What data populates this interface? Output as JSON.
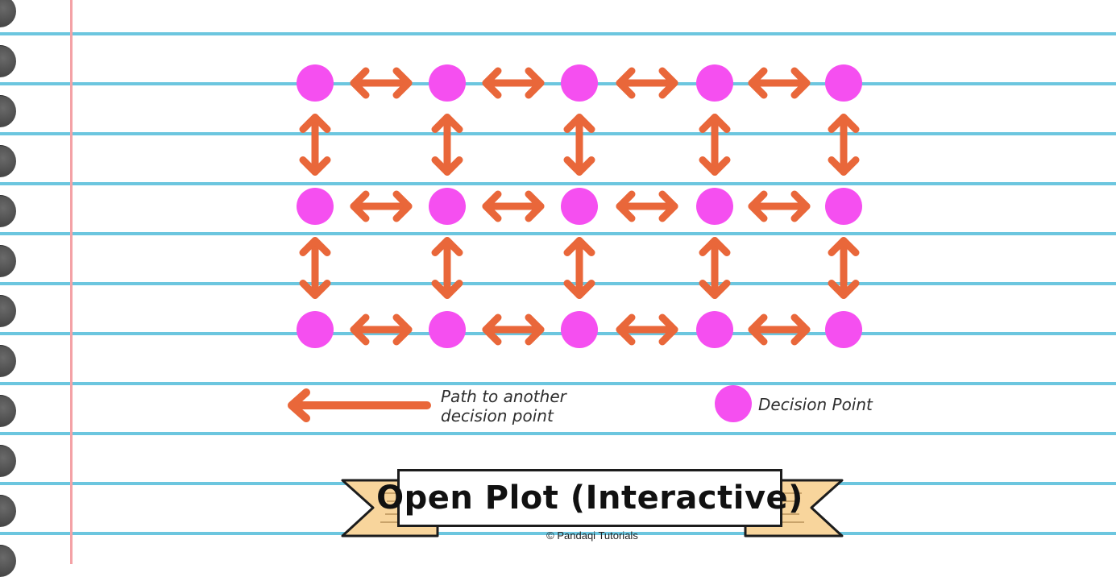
{
  "legend": {
    "path_label_line1": "Path to another",
    "path_label_line2": "decision point",
    "decision_label": "Decision Point"
  },
  "banner": {
    "title": "Open Plot (Interactive)"
  },
  "credit": "© Pandaqi Tutorials",
  "colors": {
    "decision_point": "#f54ff0",
    "path_arrow": "#e9673a",
    "ruled_line": "#6cc6df",
    "margin_line": "#f4a2a6",
    "ribbon": "#f8d59c"
  },
  "grid": {
    "rows": 3,
    "cols": 5,
    "arrow_style": "double-headed",
    "connections": "all adjacent points connected horizontally and vertically"
  }
}
